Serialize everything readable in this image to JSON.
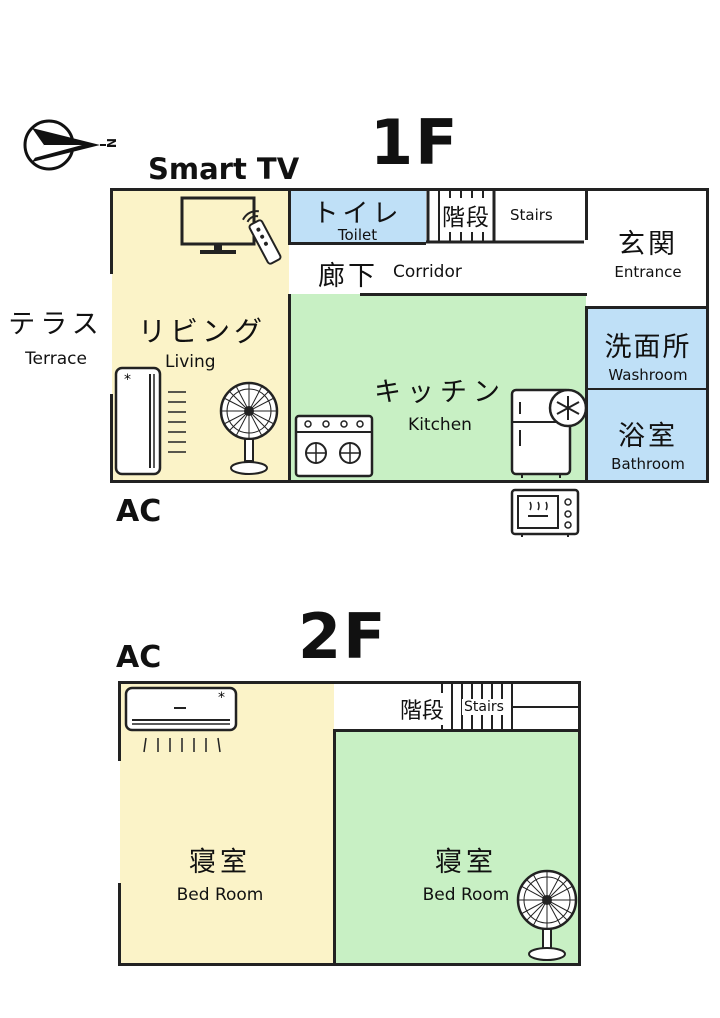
{
  "compass": {
    "letter": "N"
  },
  "floor1": {
    "title": "1F",
    "smart_tv_label": "Smart TV",
    "ac_label": "AC",
    "terrace": {
      "jp": "テラス",
      "en": "Terrace"
    },
    "living": {
      "jp": "リビング",
      "en": "Living"
    },
    "toilet": {
      "jp": "トイレ",
      "en": "Toilet"
    },
    "stairs": {
      "jp": "階段",
      "en": "Stairs"
    },
    "corridor": {
      "jp": "廊下",
      "en": "Corridor"
    },
    "entrance": {
      "jp": "玄関",
      "en": "Entrance"
    },
    "kitchen": {
      "jp": "キッチン",
      "en": "Kitchen"
    },
    "washroom": {
      "jp": "洗面所",
      "en": "Washroom"
    },
    "bathroom": {
      "jp": "浴室",
      "en": "Bathroom"
    }
  },
  "floor2": {
    "title": "2F",
    "ac_label": "AC",
    "stairs": {
      "jp": "階段",
      "en": "Stairs"
    },
    "bedroom_left": {
      "jp": "寝室",
      "en": "Bed Room"
    },
    "bedroom_right": {
      "jp": "寝室",
      "en": "Bed Room"
    }
  },
  "colors": {
    "living": "#fbf3c8",
    "toilet": "#bfe0f7",
    "kitchen": "#c8f0c4",
    "washroom": "#bfe0f7",
    "bed_left": "#fbf3c8",
    "bed_right": "#c8f0c4",
    "wall": "#222222"
  },
  "icons": [
    "compass-icon",
    "tv-icon",
    "remote-icon",
    "air-conditioner-icon",
    "fan-icon",
    "stove-icon",
    "fridge-icon",
    "microwave-icon"
  ]
}
